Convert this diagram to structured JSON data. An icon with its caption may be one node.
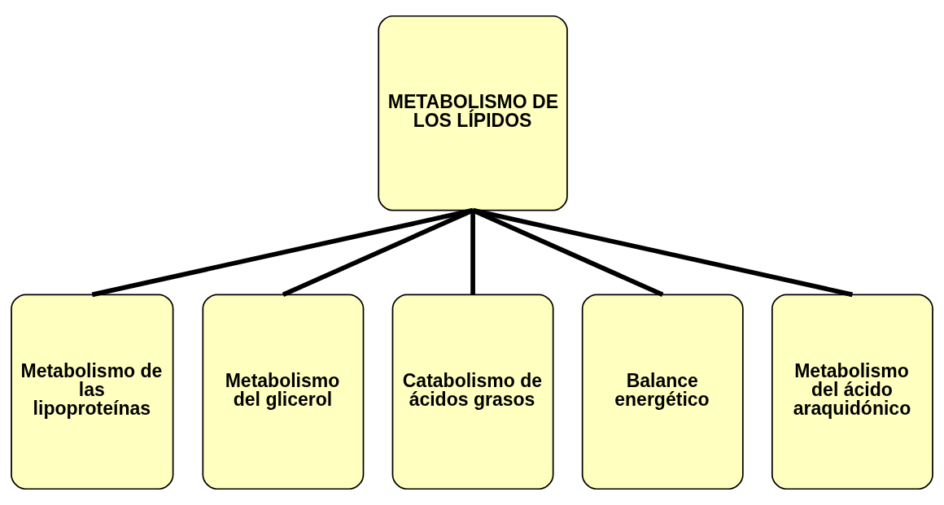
{
  "diagram": {
    "nodes": [
      {
        "text": [
          "METABOLISMO DE LOS LÍPIDOS"
        ]
      },
      {
        "text": [
          "Metabolismo de las lipoproteínas"
        ]
      },
      {
        "text": [
          "Metabolismo del glicerol"
        ]
      },
      {
        "text": [
          "Catabolismo de ácidos grasos"
        ]
      },
      {
        "text": [
          "Balance energético"
        ]
      },
      {
        "text": [
          "Metabolismo del ácido araquidónico"
        ]
      }
    ],
    "edges": [
      {
        "from": 0,
        "to": 1,
        "arrow": "none"
      },
      {
        "from": 0,
        "to": 2,
        "arrow": "none"
      },
      {
        "from": 0,
        "to": 3,
        "arrow": "none"
      },
      {
        "from": 0,
        "to": 4,
        "arrow": "none"
      },
      {
        "from": 0,
        "to": 5,
        "arrow": "none"
      }
    ]
  }
}
